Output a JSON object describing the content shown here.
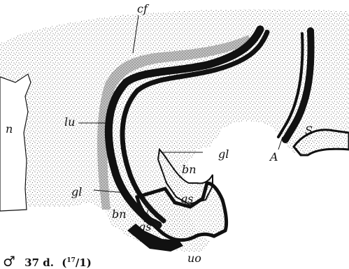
{
  "figure": {
    "labels": {
      "cf": "cf",
      "lu": "lu",
      "n": "n",
      "gl_right": "gl",
      "bn_right": "bn",
      "gs_right": "gs",
      "a": "A",
      "s": "S",
      "gl_left": "gl",
      "bn_left": "bn",
      "gs_left": "gs",
      "uo": "uo"
    },
    "caption": {
      "sex_symbol": "♂",
      "age": "37 d.",
      "scale_open": "(",
      "scale_num": "17",
      "scale_den": "/1",
      "scale_close": ")"
    }
  },
  "colors": {
    "ink": "#111111",
    "paper": "#ffffff",
    "stipple": "#4a4a4a",
    "band": "#9a9a9a"
  }
}
